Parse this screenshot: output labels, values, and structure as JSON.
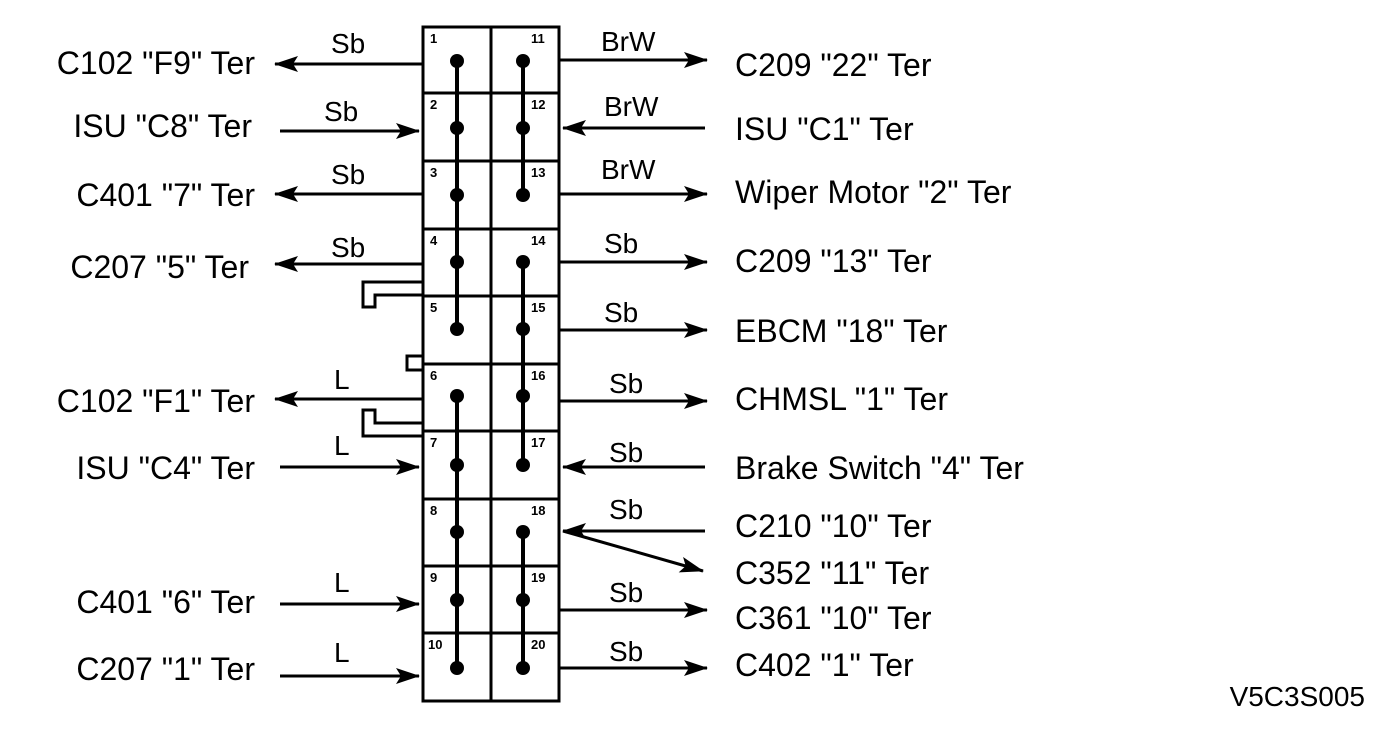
{
  "colors": {
    "ink": "#000000",
    "background": "#ffffff"
  },
  "figure_code": "V5C3S005",
  "cells_left": [
    "1",
    "2",
    "3",
    "4",
    "5",
    "6",
    "7",
    "8",
    "9",
    "10"
  ],
  "cells_right": [
    "11",
    "12",
    "13",
    "14",
    "15",
    "16",
    "17",
    "18",
    "19",
    "20"
  ],
  "left_connections": [
    {
      "label": "C102 \"F9\" Ter",
      "wire": "Sb",
      "direction": "out"
    },
    {
      "label": "ISU \"C8\" Ter",
      "wire": "Sb",
      "direction": "in"
    },
    {
      "label": "C401 \"7\" Ter",
      "wire": "Sb",
      "direction": "out"
    },
    {
      "label": "C207 \"5\" Ter",
      "wire": "Sb",
      "direction": "out"
    },
    {
      "label": "C102 \"F1\" Ter",
      "wire": "L",
      "direction": "out"
    },
    {
      "label": "ISU \"C4\" Ter",
      "wire": "L",
      "direction": "in"
    },
    {
      "label": "C401 \"6\" Ter",
      "wire": "L",
      "direction": "in"
    },
    {
      "label": "C207 \"1\" Ter",
      "wire": "L",
      "direction": "in"
    }
  ],
  "right_connections": [
    {
      "label": "C209 \"22\" Ter",
      "wire": "BrW",
      "direction": "out"
    },
    {
      "label": "ISU \"C1\" Ter",
      "wire": "BrW",
      "direction": "in"
    },
    {
      "label": "Wiper Motor \"2\" Ter",
      "wire": "BrW",
      "direction": "out"
    },
    {
      "label": "C209 \"13\" Ter",
      "wire": "Sb",
      "direction": "out"
    },
    {
      "label": "EBCM \"18\" Ter",
      "wire": "Sb",
      "direction": "out"
    },
    {
      "label": "CHMSL \"1\" Ter",
      "wire": "Sb",
      "direction": "out"
    },
    {
      "label": "Brake Switch \"4\" Ter",
      "wire": "Sb",
      "direction": "in"
    },
    {
      "label": "C210 \"10\" Ter",
      "wire": "Sb",
      "direction": "in"
    },
    {
      "label": "C352 \"11\" Ter",
      "wire": "",
      "direction": "out"
    },
    {
      "label": "C361 \"10\" Ter",
      "wire": "Sb",
      "direction": "out"
    },
    {
      "label": "C402 \"1\" Ter",
      "wire": "Sb",
      "direction": "out"
    }
  ]
}
